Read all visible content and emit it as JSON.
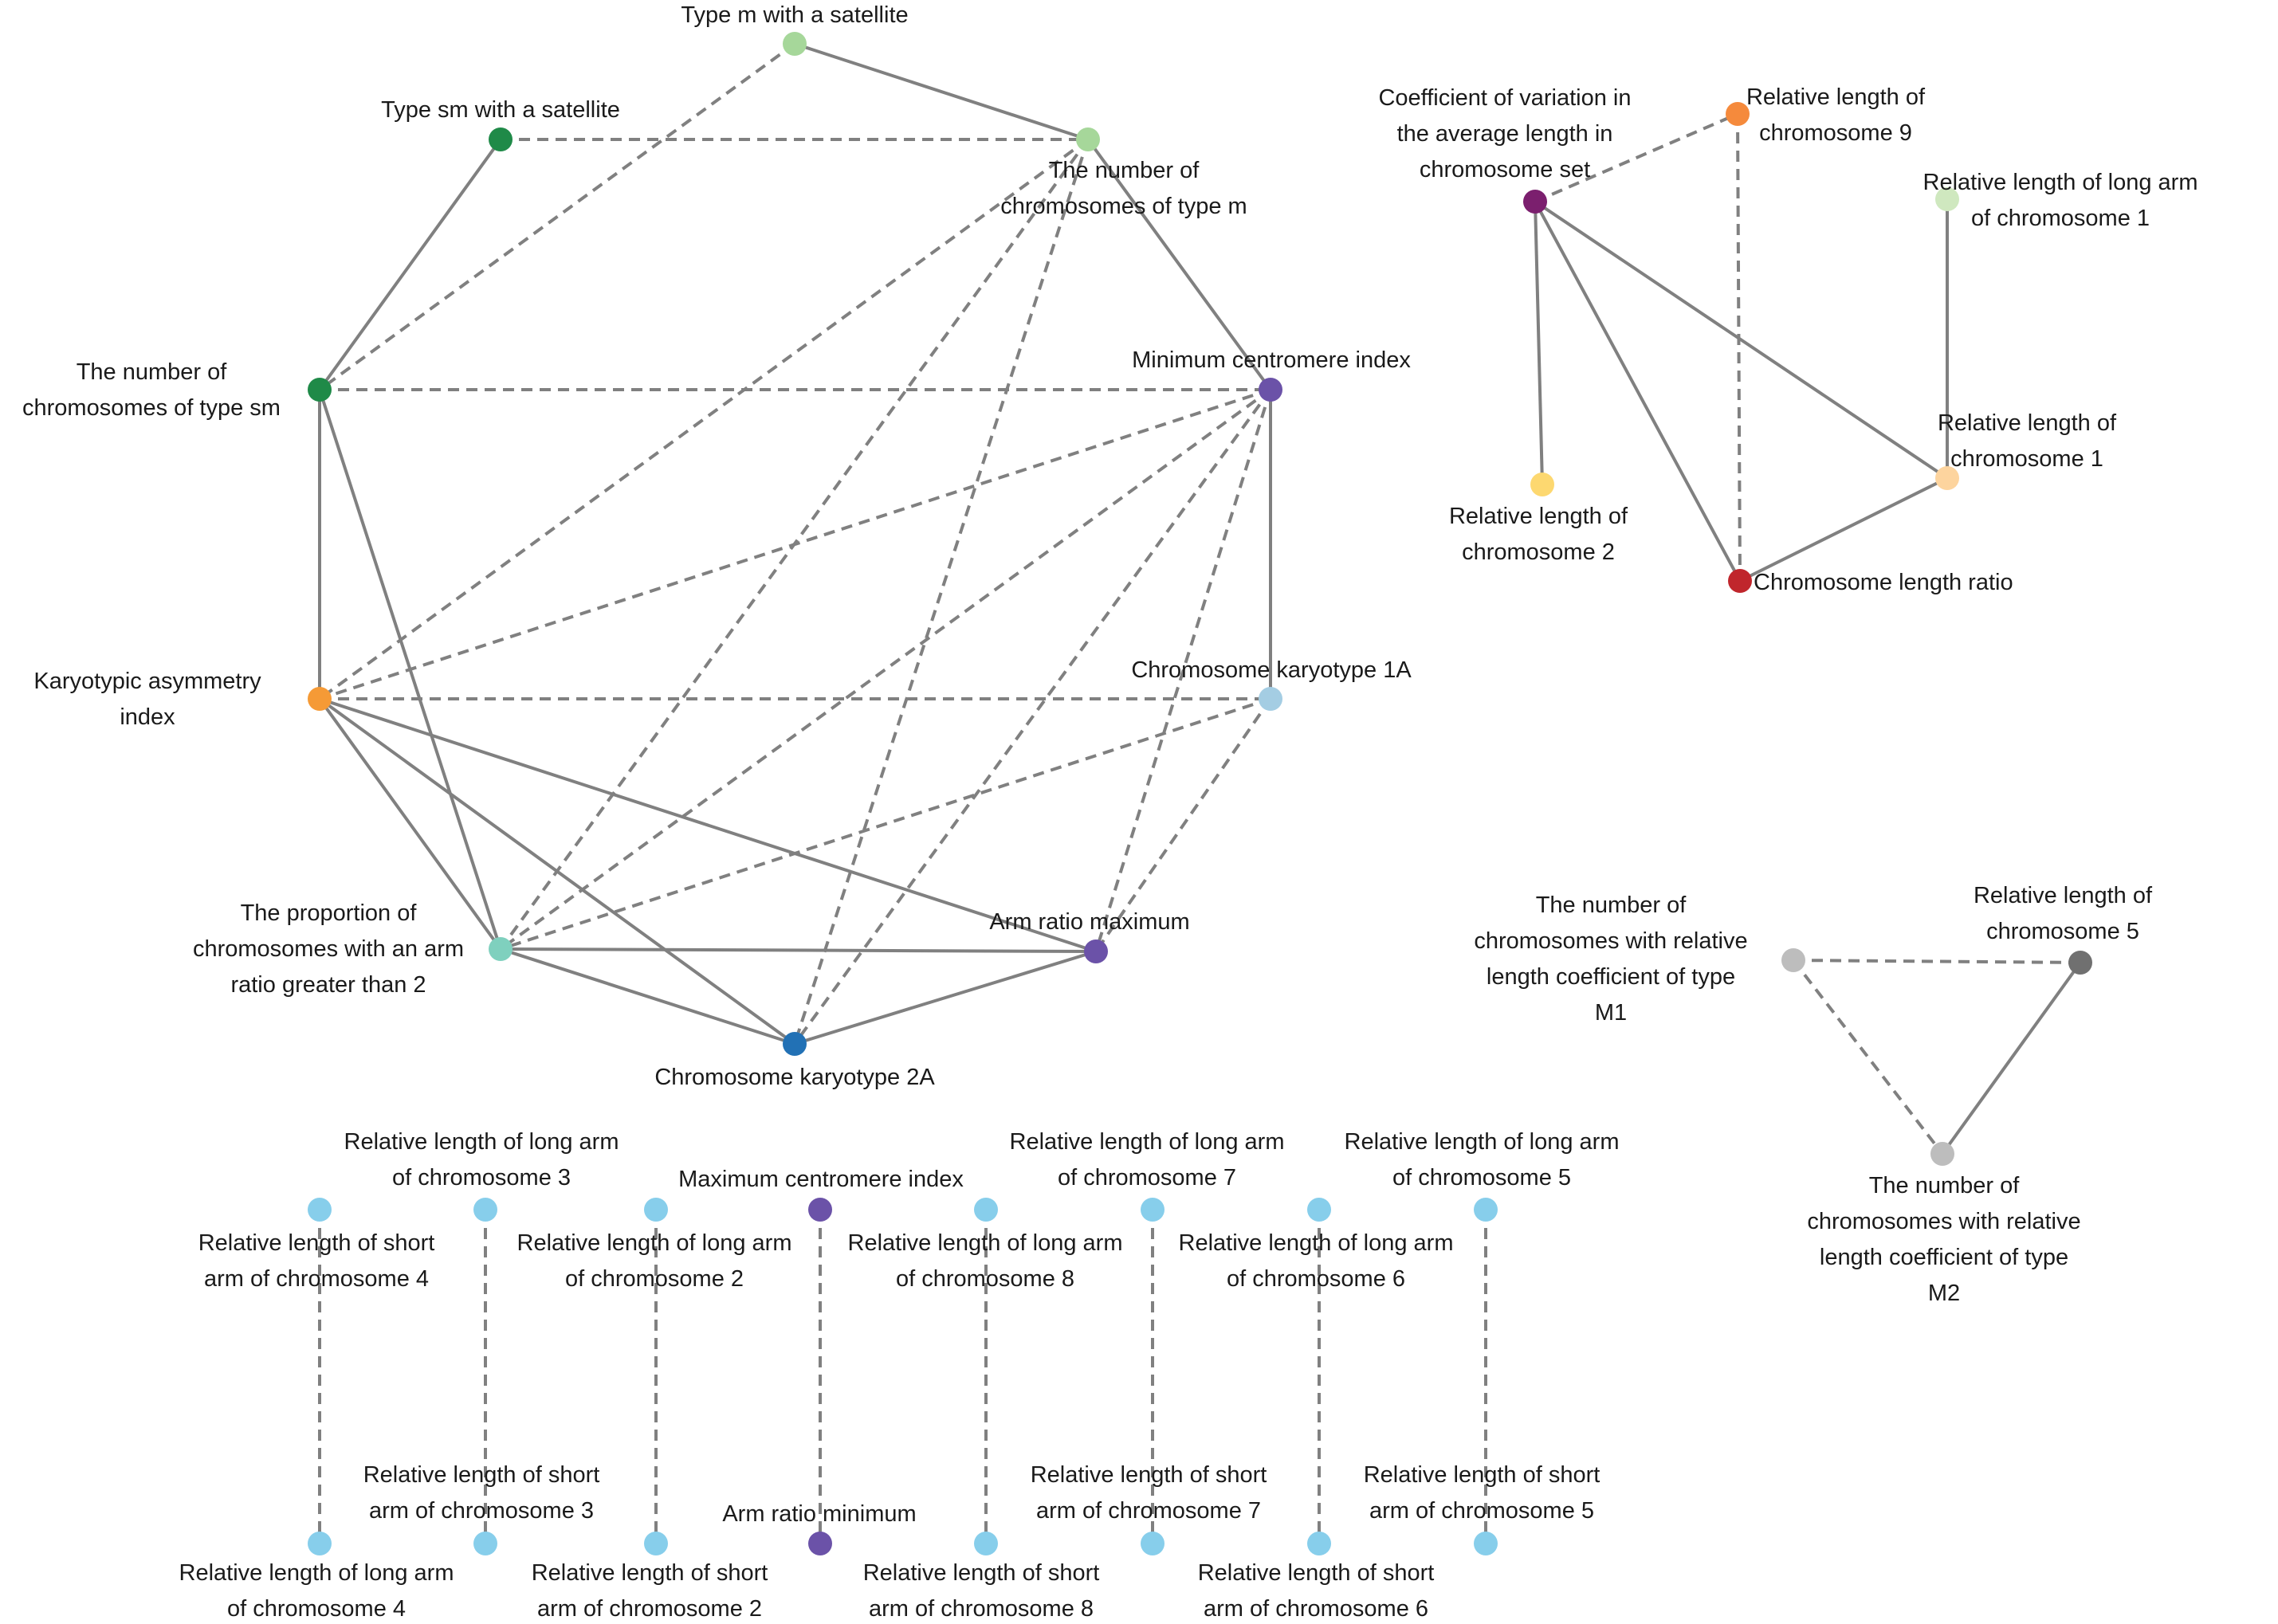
{
  "nodes": {
    "m_sat": {
      "lines": [
        "Type m with a satellite"
      ],
      "color": "#a6d79a"
    },
    "m_num": {
      "lines": [
        "The number of",
        "chromosomes of type m"
      ],
      "color": "#a6d79a"
    },
    "sm_sat": {
      "lines": [
        "Type sm with a satellite"
      ],
      "color": "#1f8a48"
    },
    "sm_num": {
      "lines": [
        "The number of",
        "chromosomes of type sm"
      ],
      "color": "#1f8a48"
    },
    "min_ci": {
      "lines": [
        "Minimum centromere index"
      ],
      "color": "#6b52a8"
    },
    "kai": {
      "lines": [
        "Karyotypic asymmetry",
        "index"
      ],
      "color": "#f59a36"
    },
    "k1a": {
      "lines": [
        "Chromosome karyotype 1A"
      ],
      "color": "#a4cde3"
    },
    "prop": {
      "lines": [
        "The proportion of",
        "chromosomes with an arm",
        "ratio greater than 2"
      ],
      "color": "#7fd0be"
    },
    "arm_max": {
      "lines": [
        "Arm ratio maximum"
      ],
      "color": "#6b52a8"
    },
    "k2a": {
      "lines": [
        "Chromosome karyotype 2A"
      ],
      "color": "#2271b5"
    },
    "cv": {
      "lines": [
        "Coefficient of variation in",
        "the average length in",
        "chromosome set"
      ],
      "color": "#7b1f6e"
    },
    "rl9": {
      "lines": [
        "Relative length of",
        "chromosome 9"
      ],
      "color": "#f58a3c"
    },
    "rll1": {
      "lines": [
        "Relative length of long arm",
        "of chromosome 1"
      ],
      "color": "#cfe8bf"
    },
    "rl1": {
      "lines": [
        "Relative length of",
        "chromosome 1"
      ],
      "color": "#fdd49e"
    },
    "rl2": {
      "lines": [
        "Relative length of",
        "chromosome 2"
      ],
      "color": "#fdd870"
    },
    "clr": {
      "lines": [
        "Chromosome length ratio"
      ],
      "color": "#c0262c"
    },
    "m1": {
      "lines": [
        "The number of",
        "chromosomes with relative",
        "length coefficient of type",
        "M1"
      ],
      "color": "#bdbdbd"
    },
    "rl5": {
      "lines": [
        "Relative length of",
        "chromosome 5"
      ],
      "color": "#707070"
    },
    "m2": {
      "lines": [
        "The number of",
        "chromosomes with relative",
        "length coefficient of type",
        "M2"
      ],
      "color": "#bdbdbd"
    },
    "rls4": {
      "lines": [
        "Relative length of short",
        "arm of chromosome 4"
      ],
      "color": "#87ceeb"
    },
    "rll4": {
      "lines": [
        "Relative length of long arm",
        "of chromosome 4"
      ],
      "color": "#87ceeb"
    },
    "rll3": {
      "lines": [
        "Relative length of long arm",
        "of chromosome 3"
      ],
      "color": "#87ceeb"
    },
    "rls3": {
      "lines": [
        "Relative length of short",
        "arm of chromosome 3"
      ],
      "color": "#87ceeb"
    },
    "rll2": {
      "lines": [
        "Relative length of long arm",
        "of chromosome 2"
      ],
      "color": "#87ceeb"
    },
    "rls2": {
      "lines": [
        "Relative length of short",
        "arm of chromosome 2"
      ],
      "color": "#87ceeb"
    },
    "max_ci": {
      "lines": [
        "Maximum centromere index"
      ],
      "color": "#6b52a8"
    },
    "arm_min": {
      "lines": [
        "Arm ratio minimum"
      ],
      "color": "#6b52a8"
    },
    "rll8": {
      "lines": [
        "Relative length of long arm",
        "of chromosome 8"
      ],
      "color": "#87ceeb"
    },
    "rls8": {
      "lines": [
        "Relative length of short",
        "arm of chromosome 8"
      ],
      "color": "#87ceeb"
    },
    "rll7": {
      "lines": [
        "Relative length of long arm",
        "of chromosome 7"
      ],
      "color": "#87ceeb"
    },
    "rls7": {
      "lines": [
        "Relative length of short",
        "arm of chromosome 7"
      ],
      "color": "#87ceeb"
    },
    "rll6": {
      "lines": [
        "Relative length of long arm",
        "of chromosome 6"
      ],
      "color": "#87ceeb"
    },
    "rls6": {
      "lines": [
        "Relative length of short",
        "arm of chromosome 6"
      ],
      "color": "#87ceeb"
    },
    "rll5": {
      "lines": [
        "Relative length of long arm",
        "of chromosome 5"
      ],
      "color": "#87ceeb"
    },
    "rls5": {
      "lines": [
        "Relative length of short",
        "arm of chromosome 5"
      ],
      "color": "#87ceeb"
    }
  },
  "edges": [
    {
      "source": "m_sat",
      "target": "m_num",
      "style": "solid"
    },
    {
      "source": "m_sat",
      "target": "sm_num",
      "style": "dashed"
    },
    {
      "source": "sm_sat",
      "target": "m_num",
      "style": "dashed"
    },
    {
      "source": "sm_sat",
      "target": "sm_num",
      "style": "solid"
    },
    {
      "source": "m_num",
      "target": "min_ci",
      "style": "solid"
    },
    {
      "source": "m_num",
      "target": "kai",
      "style": "dashed"
    },
    {
      "source": "m_num",
      "target": "prop",
      "style": "dashed"
    },
    {
      "source": "m_num",
      "target": "k2a",
      "style": "dashed"
    },
    {
      "source": "sm_num",
      "target": "min_ci",
      "style": "dashed"
    },
    {
      "source": "sm_num",
      "target": "kai",
      "style": "solid"
    },
    {
      "source": "sm_num",
      "target": "prop",
      "style": "solid"
    },
    {
      "source": "min_ci",
      "target": "k1a",
      "style": "solid"
    },
    {
      "source": "min_ci",
      "target": "kai",
      "style": "dashed"
    },
    {
      "source": "min_ci",
      "target": "prop",
      "style": "dashed"
    },
    {
      "source": "min_ci",
      "target": "k2a",
      "style": "dashed"
    },
    {
      "source": "min_ci",
      "target": "arm_max",
      "style": "dashed"
    },
    {
      "source": "kai",
      "target": "k1a",
      "style": "dashed"
    },
    {
      "source": "kai",
      "target": "prop",
      "style": "solid"
    },
    {
      "source": "kai",
      "target": "k2a",
      "style": "solid"
    },
    {
      "source": "kai",
      "target": "arm_max",
      "style": "solid"
    },
    {
      "source": "k1a",
      "target": "prop",
      "style": "dashed"
    },
    {
      "source": "k1a",
      "target": "arm_max",
      "style": "dashed"
    },
    {
      "source": "prop",
      "target": "arm_max",
      "style": "solid"
    },
    {
      "source": "prop",
      "target": "k2a",
      "style": "solid"
    },
    {
      "source": "k2a",
      "target": "arm_max",
      "style": "solid"
    },
    {
      "source": "cv",
      "target": "rl9",
      "style": "dashed"
    },
    {
      "source": "cv",
      "target": "rl2",
      "style": "solid"
    },
    {
      "source": "cv",
      "target": "clr",
      "style": "solid"
    },
    {
      "source": "cv",
      "target": "rl1",
      "style": "solid"
    },
    {
      "source": "rl9",
      "target": "clr",
      "style": "dashed"
    },
    {
      "source": "rll1",
      "target": "rl1",
      "style": "solid"
    },
    {
      "source": "rl1",
      "target": "clr",
      "style": "solid"
    },
    {
      "source": "m1",
      "target": "rl5",
      "style": "dashed"
    },
    {
      "source": "m1",
      "target": "m2",
      "style": "dashed"
    },
    {
      "source": "rl5",
      "target": "m2",
      "style": "solid"
    },
    {
      "source": "rls4",
      "target": "rll4",
      "style": "dashed"
    },
    {
      "source": "rll3",
      "target": "rls3",
      "style": "dashed"
    },
    {
      "source": "rll2",
      "target": "rls2",
      "style": "dashed"
    },
    {
      "source": "max_ci",
      "target": "arm_min",
      "style": "dashed"
    },
    {
      "source": "rll8",
      "target": "rls8",
      "style": "dashed"
    },
    {
      "source": "rll7",
      "target": "rls7",
      "style": "dashed"
    },
    {
      "source": "rll6",
      "target": "rls6",
      "style": "dashed"
    },
    {
      "source": "rll5",
      "target": "rls5",
      "style": "dashed"
    }
  ]
}
